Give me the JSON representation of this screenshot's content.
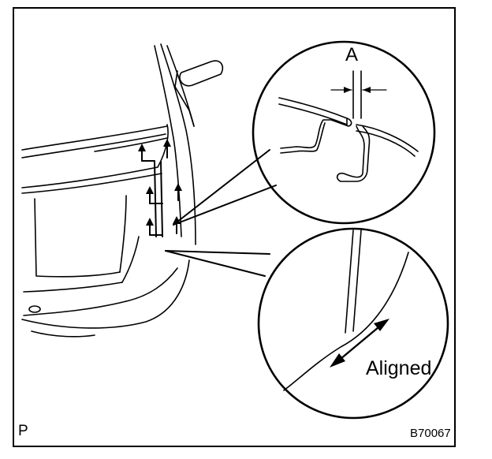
{
  "figure": {
    "callout_label": "A",
    "alignment_label": "Aligned",
    "corner_mark": "P",
    "figure_code": "B70067",
    "line_color": "#000000",
    "background_color": "#ffffff"
  }
}
